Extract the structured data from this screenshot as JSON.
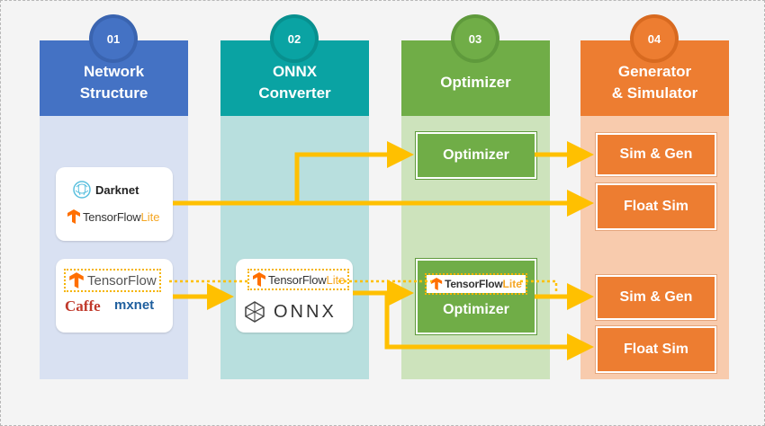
{
  "colors": {
    "col1": "#4472c4",
    "col1_body": "#d9e1f2",
    "col2": "#0aa3a3",
    "col2_body": "#b8dfde",
    "col3": "#70ad47",
    "col3_body": "#cde3bc",
    "col4": "#ed7d31",
    "col4_body": "#f8cbad",
    "arrow": "#ffc000"
  },
  "columns": [
    {
      "number": "01",
      "title": "Network\nStructure"
    },
    {
      "number": "02",
      "title": "ONNX\nConverter"
    },
    {
      "number": "03",
      "title": "Optimizer"
    },
    {
      "number": "04",
      "title": "Generator\n& Simulator"
    }
  ],
  "col1": {
    "top_card": {
      "darknet": "Darknet",
      "tflite_name": "TensorFlow",
      "tflite_suffix": "Lite"
    },
    "bottom_card": {
      "tensorflow": "TensorFlow",
      "caffe": "Caffe",
      "mxnet": "mxnet"
    }
  },
  "col2": {
    "card": {
      "tflite_name": "TensorFlow",
      "tflite_suffix": "Lite",
      "onnx": "ONNX"
    }
  },
  "col3": {
    "top_box": "Optimizer",
    "bottom_box": {
      "tflite_name": "TensorFlow",
      "tflite_suffix": "Lite",
      "label": "Optimizer"
    }
  },
  "col4": {
    "boxes": [
      "Sim & Gen",
      "Float Sim",
      "Sim & Gen",
      "Float Sim"
    ]
  },
  "icons": [
    "darknet-icon",
    "tensorflow-icon",
    "onnx-icon",
    "arrow-icon"
  ]
}
